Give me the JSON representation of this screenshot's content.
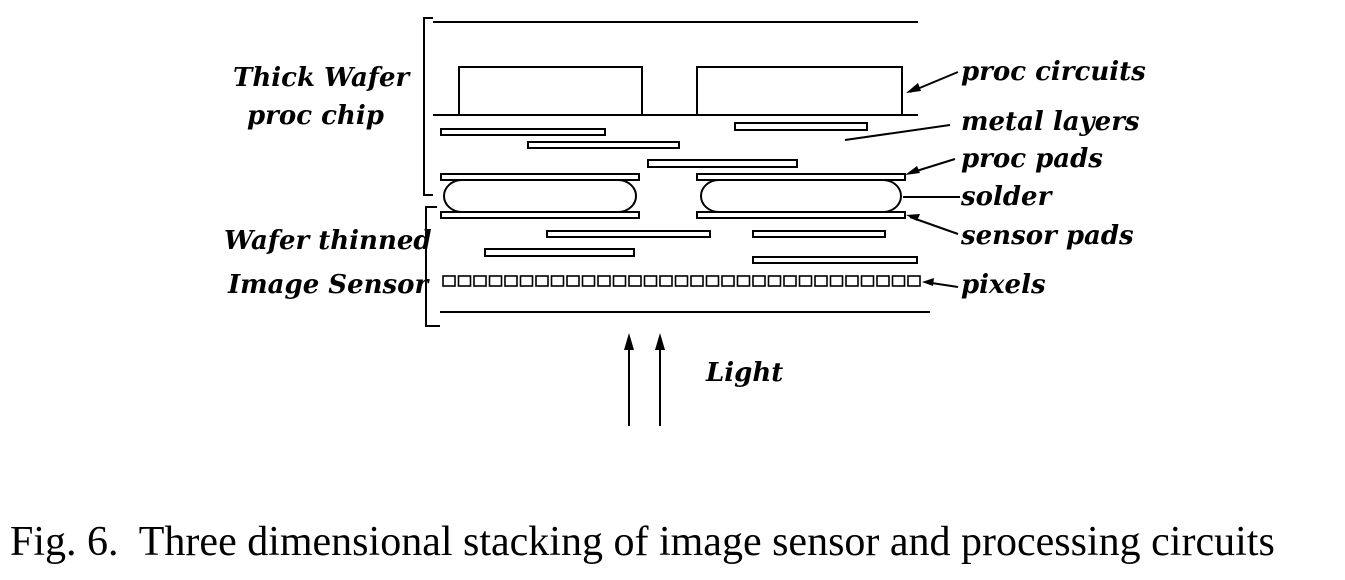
{
  "diagram": {
    "left_labels": {
      "proc_chip_line1": "Thick Wafer",
      "proc_chip_line2": "proc chip",
      "sensor_line1": "Wafer thinned",
      "sensor_line2": "Image Sensor"
    },
    "right_labels": {
      "proc_circuits": "proc circuits",
      "metal_layers": "metal layers",
      "proc_pads": "proc pads",
      "solder": "solder",
      "sensor_pads": "sensor pads",
      "pixels": "pixels"
    },
    "light_label": "Light",
    "pixel_count": 31
  },
  "caption": {
    "number": "Fig. 6.",
    "text": "Three dimensional stacking of image sensor and processing circuits"
  }
}
